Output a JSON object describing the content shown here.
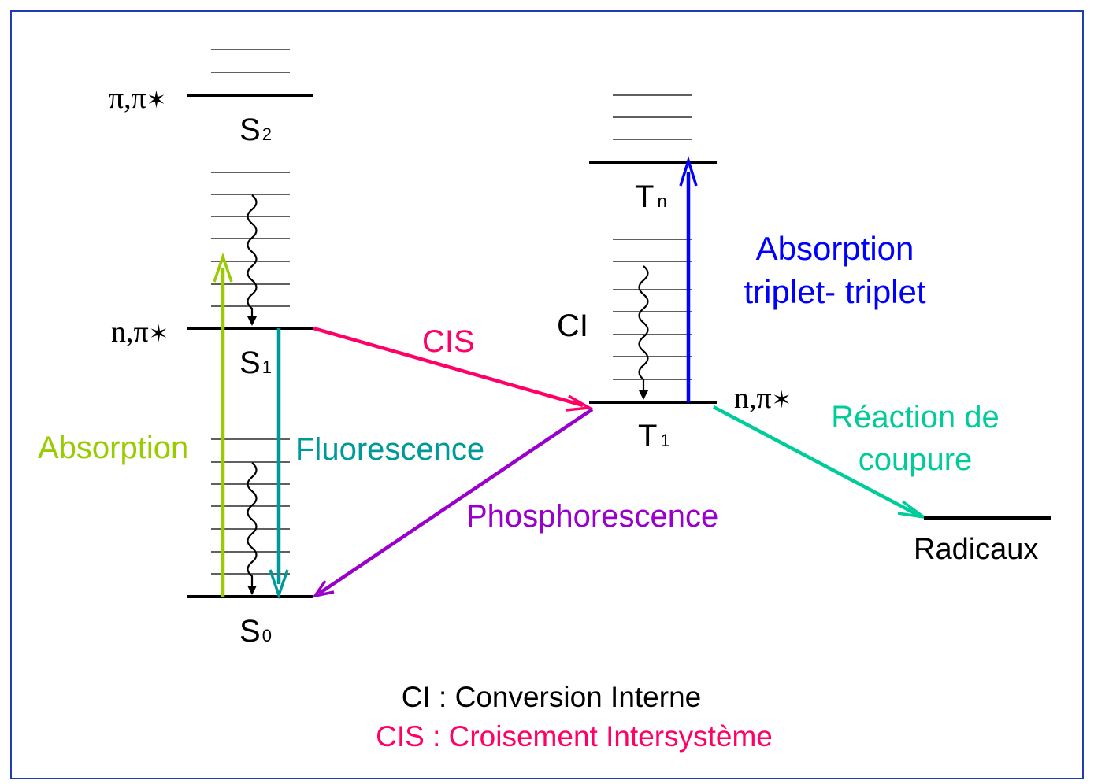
{
  "colors": {
    "border": "#1f3bb3",
    "line": "#000000",
    "absorption": "#99cc00",
    "fluorescence": "#009999",
    "cis": "#ff0066",
    "phosphorescence": "#9900cc",
    "triplet_absorption": "#0000ff",
    "cleavage": "#00cc99"
  },
  "states": {
    "s2": {
      "symbol": "S",
      "sub": "2",
      "orbital": "π,π",
      "star": "✶"
    },
    "s1": {
      "symbol": "S",
      "sub": "1",
      "orbital": "n,π",
      "star": "✶"
    },
    "s0": {
      "symbol": "S",
      "sub": "0"
    },
    "tn": {
      "symbol": "T",
      "sub": "n"
    },
    "t1": {
      "symbol": "T",
      "sub": "1",
      "orbital": "n,π",
      "star": "✶"
    },
    "radicals": {
      "label": "Radicaux"
    }
  },
  "processes": {
    "absorption": "Absorption",
    "fluorescence": "Fluorescence",
    "cis": "CIS",
    "phosphorescence": "Phosphorescence",
    "ci": "CI",
    "triplet_absorption_line1": "Absorption",
    "triplet_absorption_line2": "triplet- triplet",
    "cleavage_line1": "Réaction de",
    "cleavage_line2": "coupure"
  },
  "legend": {
    "ci": "CI : Conversion Interne",
    "cis": "CIS : Croisement Intersystème"
  },
  "icons": {
    "wavy_arrow": "wavy-relaxation-arrow",
    "arrow": "straight-arrow"
  }
}
